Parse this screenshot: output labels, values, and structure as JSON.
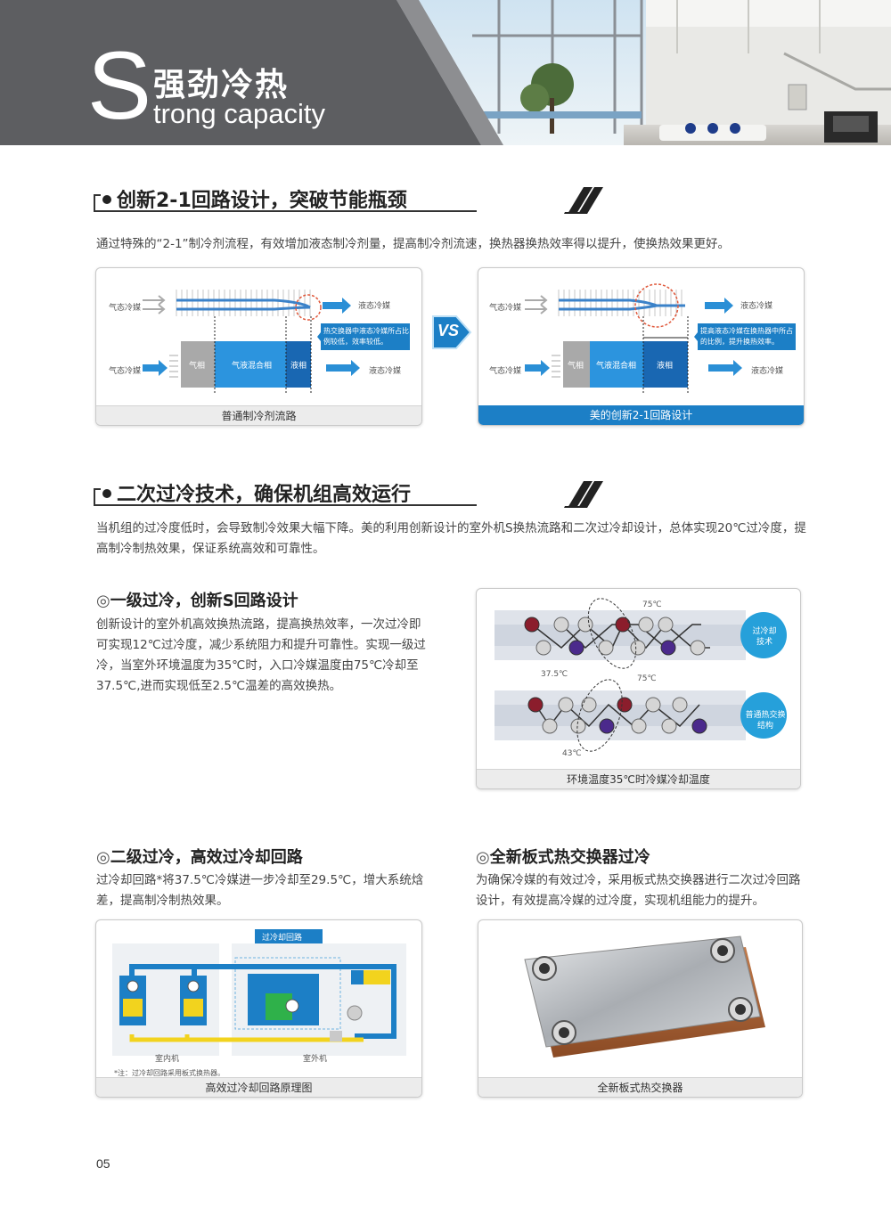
{
  "banner": {
    "big_letter": "S",
    "title_cn": "强劲冷热",
    "title_en": "trong capacity"
  },
  "section1": {
    "title": "创新2-1回路设计，突破节能瓶颈",
    "desc": "通过特殊的“2-1”制冷剂流程，有效增加液态制冷剂量，提高制冷剂流速，换热器换热效率得以提升，使换热效果更好。",
    "left_diagram": {
      "caption": "普通制冷剂流路",
      "gas_in_top": "气态冷媒",
      "liquid_out_top": "液态冷媒",
      "gas_in_bottom": "气态冷媒",
      "liquid_out_bottom": "液态冷媒",
      "zone_gas": "气相",
      "zone_mix": "气液混合相",
      "zone_liquid": "液相",
      "note": "热交换器中液态冷媒所占比例较低，效率较低。"
    },
    "vs": "VS",
    "right_diagram": {
      "caption": "美的创新2-1回路设计",
      "gas_in_top": "气态冷媒",
      "liquid_out_top": "液态冷媒",
      "gas_in_bottom": "气态冷媒",
      "liquid_out_bottom": "液态冷媒",
      "zone_gas": "气相",
      "zone_mix": "气液混合相",
      "zone_liquid": "液相",
      "note": "提高液态冷媒在换热器中所占的比例，提升换热效率。"
    }
  },
  "section2": {
    "title": "二次过冷技术，确保机组高效运行",
    "desc": "当机组的过冷度低时，会导致制冷效果大幅下降。美的利用创新设计的室外机S换热流路和二次过冷却设计，总体实现20℃过冷度，提高制冷制热效果，保证系统高效和可靠性。",
    "sub1": {
      "ring": "◎",
      "title": "一级过冷，创新S回路设计",
      "desc": "创新设计的室外机高效换热流路，提高换热效率，一次过冷即可实现12℃过冷度，减少系统阻力和提升可靠性。实现一级过冷，当室外环境温度为35℃时，入口冷媒温度由75℃冷却至37.5℃,进而实现低至2.5℃温差的高效换热。",
      "diagram": {
        "caption": "环境温度35℃时冷媒冷却温度",
        "top_temp_high": "75℃",
        "top_temp_low": "37.5℃",
        "top_badge": "过冷却技术",
        "bottom_temp_high": "75℃",
        "bottom_temp_low": "43℃",
        "bottom_badge": "普通热交换结构"
      }
    },
    "sub2": {
      "ring": "◎",
      "title": "二级过冷，高效过冷却回路",
      "desc": "过冷却回路*将37.5℃冷媒进一步冷却至29.5℃，增大系统焓差，提高制冷制热效果。",
      "diagram": {
        "caption": "高效过冷却回路原理图",
        "loop_label": "过冷却回路",
        "indoor_label": "室内机",
        "outdoor_label": "室外机",
        "footnote": "*注：过冷却回路采用板式换热器。"
      }
    },
    "sub3": {
      "ring": "◎",
      "title": "全新板式热交换器过冷",
      "desc": "为确保冷媒的有效过冷，采用板式热交换器进行二次过冷回路设计，有效提高冷媒的过冷度，实现机组能力的提升。",
      "diagram": {
        "caption": "全新板式热交换器"
      }
    }
  },
  "page_number": "05",
  "colors": {
    "banner_gray": "#5d5e61",
    "accent_blue": "#1c7fc6",
    "dark_red": "#8b1d2c",
    "purple": "#4b2a8c"
  }
}
